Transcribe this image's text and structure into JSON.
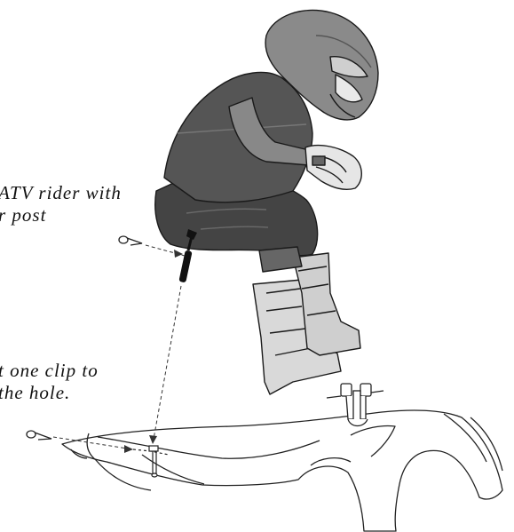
{
  "captions": {
    "first": {
      "line1": "ATV rider with",
      "line2": "r post"
    },
    "second": {
      "line1": "t one clip to",
      "line2": "the hole."
    }
  }
}
